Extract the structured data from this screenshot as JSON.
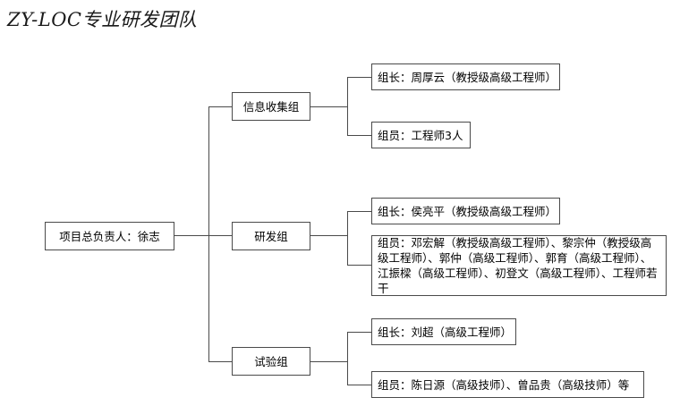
{
  "title": "ZY-LOC专业研发团队",
  "root": {
    "label": "项目总负责人：徐志"
  },
  "groups": [
    {
      "name": "信息收集组",
      "leader": "组长：周厚云（教授级高级工程师）",
      "members": "组员：工程师3人"
    },
    {
      "name": "研发组",
      "leader": "组长：侯亮平（教授级高级工程师）",
      "members": "组员：邓宏解（教授级高级工程师）、黎宗仲（教授级高级工程师）、郭仲（高级工程师）、郭育（高级工程师）、江振樑（高级工程师）、初登文（高级工程师）、工程师若干"
    },
    {
      "name": "试验组",
      "leader": "组长：刘超（高级工程师）",
      "members": "组员：陈日源（高级技师）、曾品贵（高级技师）等"
    }
  ],
  "colors": {
    "border": "#4a4a4a",
    "text": "#000000",
    "background": "#ffffff"
  }
}
